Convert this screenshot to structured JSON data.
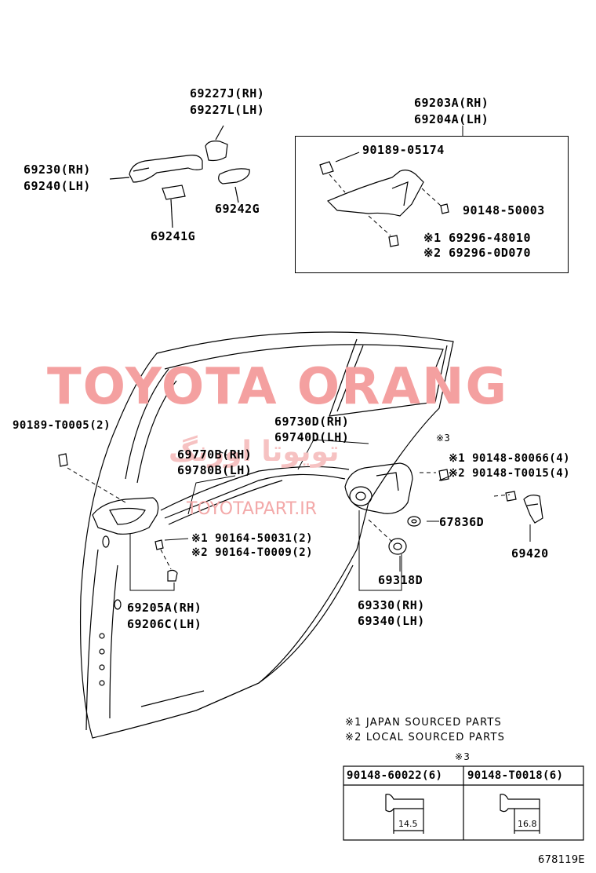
{
  "watermark": {
    "main": "TOYOTA ORANG",
    "site": "TOYOTAPART.IR",
    "persian": "تویوتا اورنگ"
  },
  "parts": {
    "handle_cover_rh": "69227J(RH)",
    "handle_cover_lh": "69227L(LH)",
    "outside_handle_rh": "69230(RH)",
    "outside_handle_lh": "69240(LH)",
    "pad_69241g": "69241G",
    "pad_69242g": "69242G",
    "frame_rh": "69203A(RH)",
    "frame_lh": "69204A(LH)",
    "clip_90189_05174": "90189-05174",
    "bolt_90148_50003": "90148-50003",
    "screw_j1": "※1 69296-48010",
    "screw_j2": "※2 69296-0D070",
    "clip_90189_t0005": "90189-T0005(2)",
    "cable_outside_rh": "69730D(RH)",
    "cable_outside_lh": "69740D(LH)",
    "cable_inside_rh": "69770B(RH)",
    "cable_inside_lh": "69780B(LH)",
    "note3": "※3",
    "screw_80066": "※1 90148-80066(4)",
    "screw_t0015": "※2 90148-T0015(4)",
    "grommet_67836d": "67836D",
    "striker_69420": "69420",
    "screw_50031": "※1 90164-50031(2)",
    "screw_t0009": "※2 90164-T0009(2)",
    "inside_handle_rh": "69205A(RH)",
    "inside_handle_lh": "69206C(LH)",
    "seal_69318d": "69318D",
    "lock_rh": "69330(RH)",
    "lock_lh": "69340(LH)"
  },
  "legend": {
    "line1": "※1 JAPAN SOURCED PARTS",
    "line2": "※2 LOCAL SOURCED PARTS",
    "table_title": "※3"
  },
  "table": {
    "col1_part": "90148-60022(6)",
    "col1_dim": "14.5",
    "col2_part": "90148-T0018(6)",
    "col2_dim": "16.8"
  },
  "diagram_id": "678119E"
}
